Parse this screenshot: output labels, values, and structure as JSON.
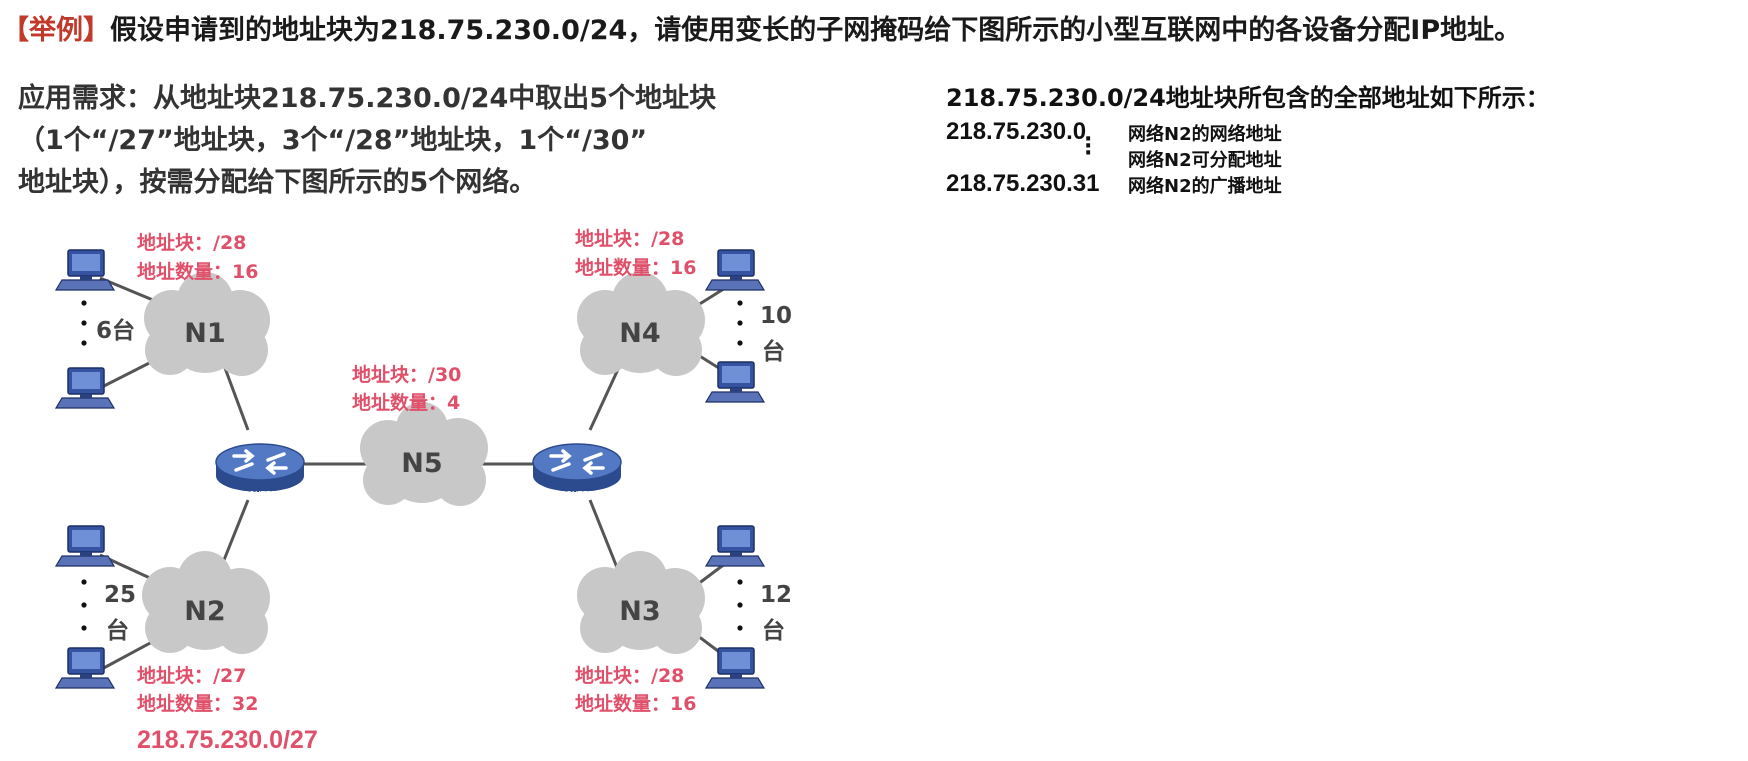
{
  "title": {
    "bracket": "【举例】",
    "text": "假设申请到的地址块为218.75.230.0/24，请使用变长的子网掩码给下图所示的小型互联网中的各设备分配IP地址。"
  },
  "requirement": {
    "line1": "应用需求：从地址块218.75.230.0/24中取出5个地址块",
    "line2": "（1个“/27”地址块，3个“/28”地址块，1个“/30”",
    "line3": "地址块），按需分配给下图所示的5个网络。"
  },
  "address_list": {
    "heading": "218.75.230.0/24地址块所包含的全部地址如下所示：",
    "first": {
      "address": "218.75.230.0",
      "desc": "网络N2的网络地址"
    },
    "middle": {
      "desc": "网络N2可分配地址"
    },
    "last": {
      "address": "218.75.230.31",
      "desc": "网络N2的广播地址"
    }
  },
  "networks": {
    "n1": {
      "label": "N1",
      "block": "地址块：/28",
      "count": "地址数量：16",
      "hosts": "6台"
    },
    "n2": {
      "label": "N2",
      "block": "地址块：/27",
      "count": "地址数量：32",
      "hosts_num": "25",
      "hosts_unit": "台",
      "assigned": "218.75.230.0/27"
    },
    "n3": {
      "label": "N3",
      "block": "地址块：/28",
      "count": "地址数量：16",
      "hosts_num": "12",
      "hosts_unit": "台"
    },
    "n4": {
      "label": "N4",
      "block": "地址块：/28",
      "count": "地址数量：16",
      "hosts_num": "10",
      "hosts_unit": "台"
    },
    "n5": {
      "label": "N5",
      "block": "地址块：/30",
      "count": "地址数量：4"
    }
  },
  "router_label": "ROUTER",
  "colors": {
    "annotation": "#e0506a",
    "cloud": "#c8c8c8",
    "router": "#3a5fa8",
    "computer": "#3553a0",
    "link": "#555555"
  }
}
